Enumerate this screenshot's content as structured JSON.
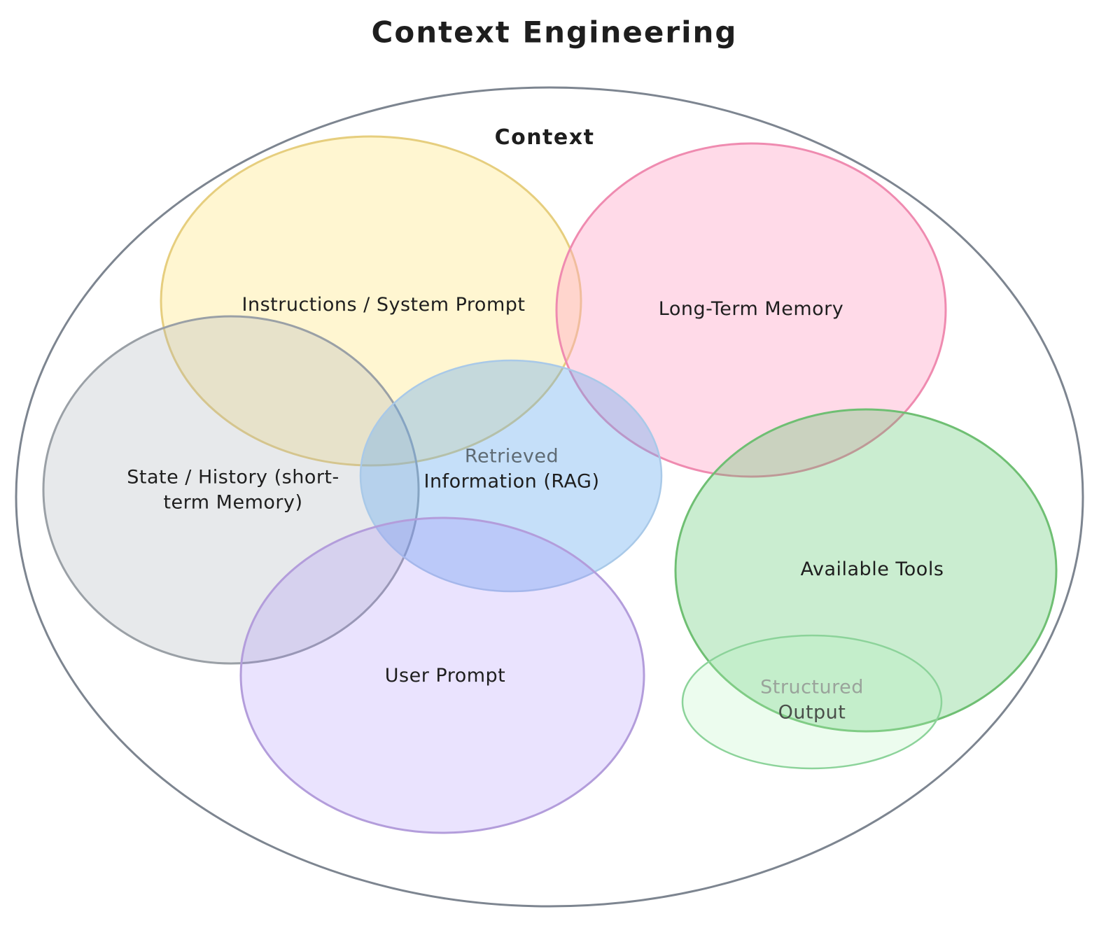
{
  "title": "Context Engineering",
  "outer_label": "Context",
  "regions": {
    "instructions": {
      "label": "Instructions / System Prompt"
    },
    "long_term_memory": {
      "label": "Long-Term Memory"
    },
    "state_history": {
      "line1": "State / History (short-",
      "line2": "term Memory)"
    },
    "retrieved_information": {
      "line1": "Retrieved",
      "line2": "Information (RAG)"
    },
    "available_tools": {
      "label": "Available Tools"
    },
    "user_prompt": {
      "label": "User Prompt"
    },
    "structured_output": {
      "line1": "Structured",
      "line2": "Output"
    }
  },
  "colors": {
    "outer_stroke": "#7d8590",
    "instructions_fill": "rgba(255,236,153,0.45)",
    "instructions_stroke": "#e6ce7e",
    "long_term_memory_fill": "rgba(255,168,201,0.42)",
    "long_term_memory_stroke": "#ef8bb0",
    "state_history_fill": "rgba(170,175,182,0.28)",
    "state_history_stroke": "#9aa0a6",
    "retrieved_information_fill": "rgba(102,170,238,0.38)",
    "retrieved_information_stroke": "#a9c9e8",
    "available_tools_fill": "rgba(64,192,87,0.28)",
    "available_tools_stroke": "#6fbf73",
    "user_prompt_fill": "rgba(151,117,250,0.20)",
    "user_prompt_stroke": "#b39ddb",
    "structured_output_fill": "rgba(178,242,187,0.25)",
    "structured_output_stroke": "#8cd39a",
    "label_text": "#1e1e1e",
    "structured_output_text": "#9aa39b"
  }
}
